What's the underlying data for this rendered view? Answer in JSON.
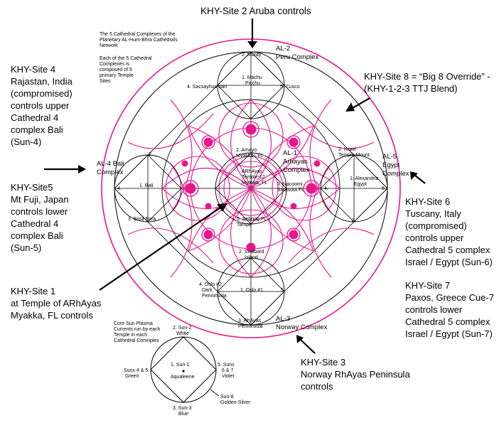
{
  "colors": {
    "magenta": "#e8168c",
    "ink": "#000000"
  },
  "top": {
    "aruba": "KHY-Site 2 Aruba controls"
  },
  "intro": {
    "line1": "The 5 Cathedral Complexes of the",
    "line2": "Planetary AL-Hum-Bhra Cathedrals",
    "line3": "Network",
    "line4": "Each of the 5 Cathedral",
    "line5": "Complexes is",
    "line6": "composed of 5",
    "line7": "primary Temple",
    "line8": "Sites"
  },
  "left": {
    "site4": [
      "KHY-Site 4",
      "Rajastan, India",
      "(compromised)",
      "controls upper",
      "Cathedral 4",
      "complex Bali",
      "(Sun-4)"
    ],
    "site5": [
      "KHY-Site5",
      "Mt Fuji, Japan",
      "controls lower",
      "Cathedral 4",
      "complex Bali",
      "(Sun-5)"
    ],
    "site1": [
      "KHY-Site 1",
      "at Temple of ARhAyas",
      "Myakka, FL controls"
    ]
  },
  "right": {
    "site8": [
      "KHY-Site 8 = “Big 8 Override” -",
      "(KHY-1-2-3 TTJ Blend)"
    ],
    "site6": [
      "KHY-Site 6",
      "Tuscany, Italy",
      "(compromised)",
      "controls upper",
      "Cathedral 5 complex",
      "Israel / Egypt (Sun-6)"
    ],
    "site7": [
      "KHY-Site 7",
      "Paxos, Greece Cue-7",
      "controls lower",
      "Cathedral 5 complex",
      "Israel / Egypt (Sun-7)"
    ],
    "site3": [
      "KHY-Site 3",
      "Norway RhAyas Peninsula",
      "controls"
    ]
  },
  "complexes": {
    "al2": [
      "AL-2",
      "Peru Complex"
    ],
    "al4": [
      "AL-4 Bali",
      "Complex"
    ],
    "al5": [
      "AL-5",
      "Egypt",
      "Complex"
    ],
    "al3": [
      "AL-3",
      "Norway Complex"
    ],
    "al1": [
      "AL-1",
      "Arhayas",
      "Complex"
    ]
  },
  "temples": {
    "moray": "2. Moray",
    "machu": [
      "1. Machu",
      "Picchu"
    ],
    "sacsay": "4. Sacsayhuaman",
    "cusco": "5. Cusco",
    "amayo": [
      "2. Amayo",
      "Myakka - FL"
    ],
    "arhayas": [
      "ARhAyas",
      "Temple-12",
      "Myakka, FL"
    ],
    "nacoomi": [
      "3. Nacoomi",
      "Sarasota FL"
    ],
    "sebring": [
      "5. Sebring FL",
      "Tampa"
    ],
    "bali2": "2.",
    "bali1": "1. Bali",
    "bali4": "4.",
    "bora": "3. Bora Bora",
    "israel": [
      "2. Israel",
      "Temple Mount"
    ],
    "alex": [
      "1. Alexandria",
      "Egypt"
    ],
    "eg4": "4.",
    "eg5": "5.",
    "eg3": "3.",
    "svalbard": [
      "2. Svalbard",
      "Island"
    ],
    "oslo2": [
      "4. Oslo #2",
      "Dark",
      "Penninsula"
    ],
    "oslo1": "1. Oslo #1",
    "no5": "5.",
    "rhayas": [
      "3. RhAyas",
      "Penninsula"
    ]
  },
  "legend": {
    "title": [
      "Core Sun Plasma",
      "Currents run by each",
      "Temple in each",
      "Cathedral Comnplex"
    ],
    "sun2": [
      "2. Sun-2",
      "White"
    ],
    "sun1": [
      "1. Sun-1",
      "Aqualeene"
    ],
    "sun45": [
      "Suns 4 & 5",
      "Green"
    ],
    "sun67": [
      "5. Suns",
      "6 & 7",
      "Violet"
    ],
    "sun8": [
      "Sun-8",
      "Golden-Silver"
    ],
    "sun3": [
      "3. Sun-3",
      "Blue"
    ]
  }
}
